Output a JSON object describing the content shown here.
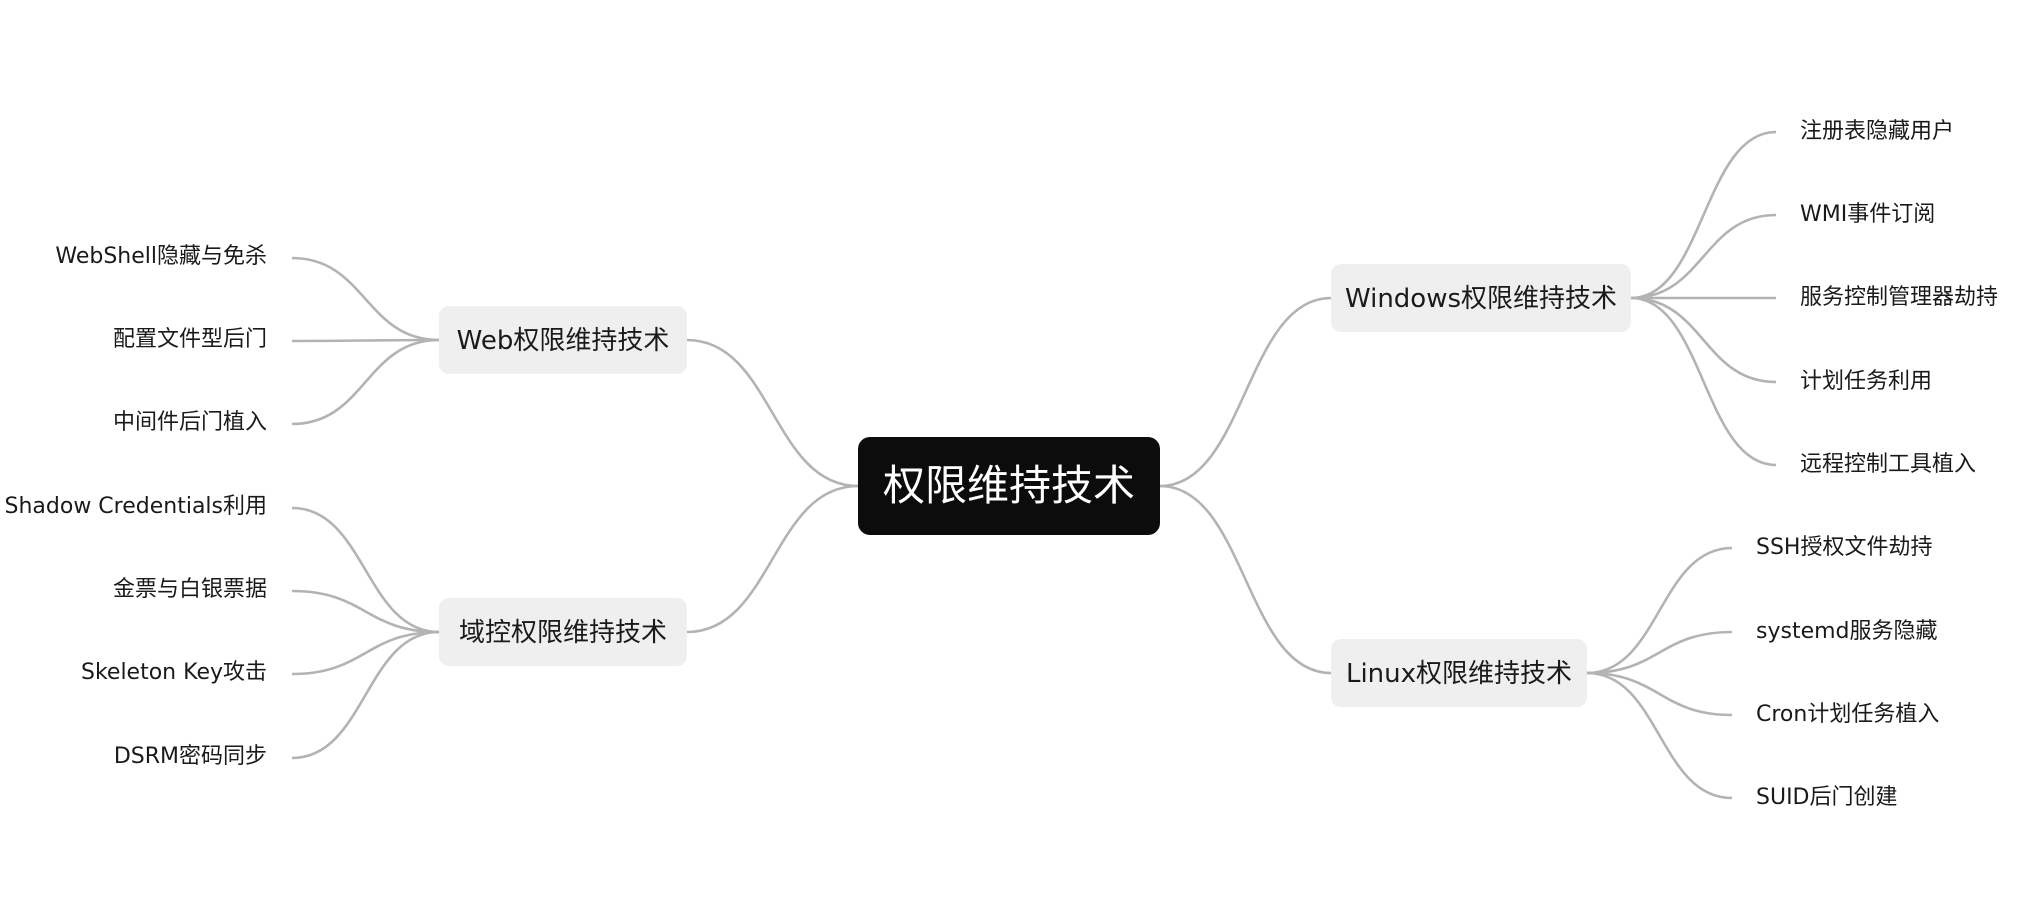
{
  "mindmap": {
    "root": "权限维持技术",
    "branches": [
      {
        "id": "web",
        "label": "Web权限维持技术",
        "children": [
          "WebShell隐藏与免杀",
          "配置文件型后门",
          "中间件后门植入"
        ]
      },
      {
        "id": "domain",
        "label": "域控权限维持技术",
        "children": [
          "Shadow Credentials利用",
          "金票与白银票据",
          "Skeleton Key攻击",
          "DSRM密码同步"
        ]
      },
      {
        "id": "windows",
        "label": "Windows权限维持技术",
        "children": [
          "注册表隐藏用户",
          "WMI事件订阅",
          "服务控制管理器劫持",
          "计划任务利用",
          "远程控制工具植入"
        ]
      },
      {
        "id": "linux",
        "label": "Linux权限维持技术",
        "children": [
          "SSH授权文件劫持",
          "systemd服务隐藏",
          "Cron计划任务植入",
          "SUID后门创建"
        ]
      }
    ]
  },
  "colors": {
    "root_fill": "#0c0c0c",
    "root_text": "#ffffff",
    "branch_fill": "#efefef",
    "edge": "#b3b3b3",
    "text": "#1a1a1a"
  }
}
